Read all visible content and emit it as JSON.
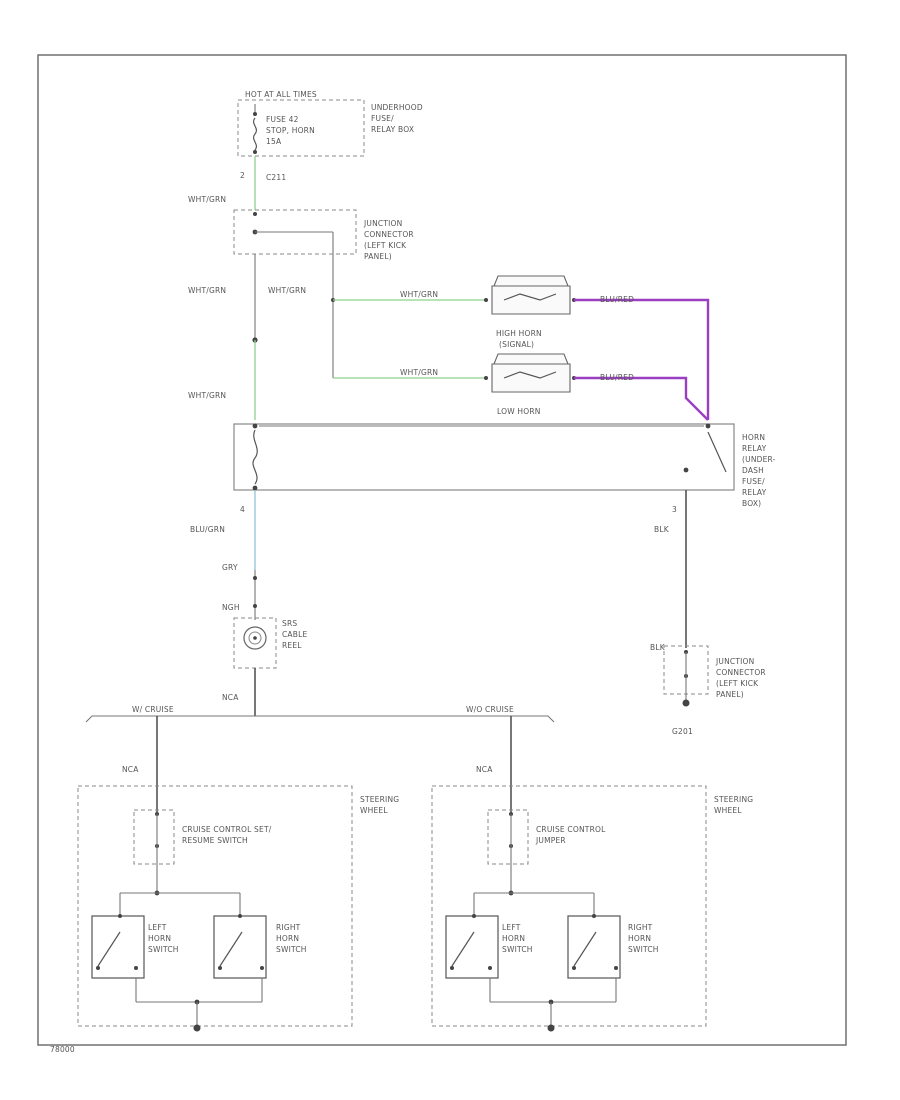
{
  "labels": {
    "hot_at_all_times": "HOT AT ALL TIMES",
    "fuse": [
      "FUSE 42",
      "STOP, HORN",
      "15A"
    ],
    "underhood_box": [
      "UNDERHOOD",
      "FUSE/",
      "RELAY BOX"
    ],
    "pin2_top": "2",
    "c211": "C211",
    "wht_grn_1": "WHT/GRN",
    "junction_left_kick": [
      "JUNCTION",
      "CONNECTOR",
      "(LEFT KICK",
      "PANEL)"
    ],
    "wht_grn_2": "WHT/GRN",
    "wht_grn_3": "WHT/GRN",
    "wht_grn_4": "WHT/GRN",
    "wht_grn_5": "WHT/GRN",
    "wht_grn_6": "WHT/GRN",
    "blu_red_1": "BLU/RED",
    "blu_red_2": "BLU/RED",
    "high_horn": [
      "HIGH HORN",
      "(SIGNAL)"
    ],
    "low_horn": "LOW HORN",
    "horn_relay": [
      "HORN",
      "RELAY",
      "(UNDER-",
      "DASH",
      "FUSE/",
      "RELAY",
      "BOX)"
    ],
    "pin4": "4",
    "blu_grn": "BLU/GRN",
    "pin3": "3",
    "blk_1": "BLK",
    "srs_cable_reel": [
      "SRS",
      "CABLE",
      "REEL"
    ],
    "c_top": "GRY",
    "c_mid": "NGH",
    "nca_1": "NCA",
    "blk_2": "BLK",
    "junction_left_kick_2": [
      "JUNCTION",
      "CONNECTOR",
      "(LEFT KICK",
      "PANEL)"
    ],
    "g201": "G201",
    "with_cruise": "W/ CRUISE",
    "without_cruise": "W/O CRUISE",
    "nca_2": "NCA",
    "nca_3": "NCA",
    "steering_wheel_1": [
      "STEERING",
      "WHEEL"
    ],
    "steering_wheel_2": [
      "STEERING",
      "WHEEL"
    ],
    "cruise_switch": [
      "CRUISE CONTROL SET/",
      "RESUME SWITCH"
    ],
    "cruise_jumper": [
      "CRUISE CONTROL",
      "JUMPER"
    ],
    "left_horn_switch_1": [
      "LEFT",
      "HORN",
      "SWITCH"
    ],
    "right_horn_switch_1": [
      "RIGHT",
      "HORN",
      "SWITCH"
    ],
    "left_horn_switch_2": [
      "LEFT",
      "HORN",
      "SWITCH"
    ],
    "right_horn_switch_2": [
      "RIGHT",
      "HORN",
      "SWITCH"
    ],
    "figure_id": "78000"
  },
  "colors": {
    "wht_grn": "#8fd08f",
    "blu_red": "#9b3fc2",
    "blu_grn": "#8ec7d6",
    "blk": "#555555"
  }
}
